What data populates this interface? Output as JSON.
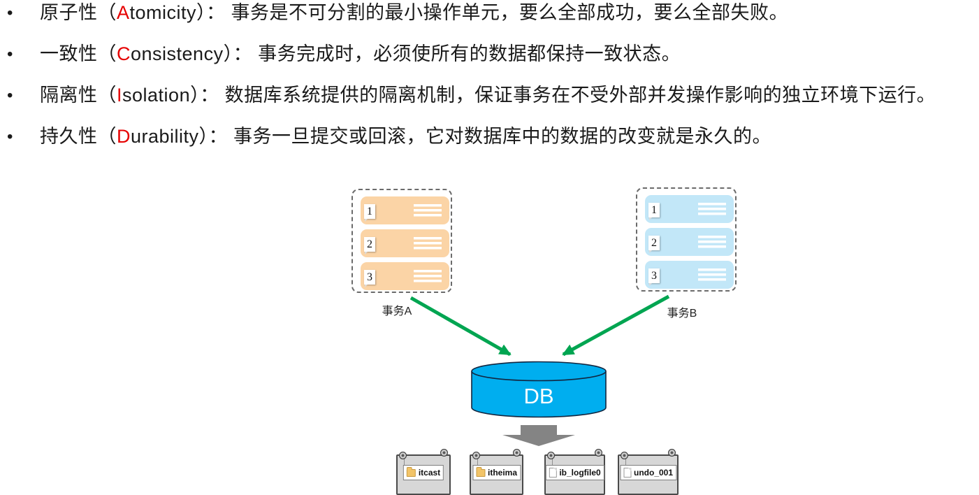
{
  "bullets": {
    "marker": "•",
    "accent_color": "#e60000",
    "items": [
      {
        "pre": "原子性（",
        "letter": "A",
        "post": "tomicity）： ",
        "desc": "事务是不可分割的最小操作单元，要么全部成功，要么全部失败。"
      },
      {
        "pre": "一致性（",
        "letter": "C",
        "post": "onsistency）： ",
        "desc": "事务完成时，必须使所有的数据都保持一致状态。"
      },
      {
        "pre": "隔离性（",
        "letter": "I",
        "post": "solation）： ",
        "desc": "数据库系统提供的隔离机制，保证事务在不受外部并发操作影响的独立环境下运行。"
      },
      {
        "pre": "持久性（",
        "letter": "D",
        "post": "urability）： ",
        "desc": "事务一旦提交或回滚，它对数据库中的数据的改变就是永久的。"
      }
    ]
  },
  "diagram": {
    "transaction_a": {
      "label": "事务A",
      "color": "#fbd4a6",
      "steps": [
        "1",
        "2",
        "3"
      ]
    },
    "transaction_b": {
      "label": "事务B",
      "color": "#c2e7f8",
      "steps": [
        "1",
        "2",
        "3"
      ]
    },
    "db": {
      "label": "DB",
      "fill": "#00aeef"
    },
    "arrow_color": "#00a551",
    "block_arrow_color": "#848484",
    "files": [
      {
        "name": "itcast",
        "icon": "folder-icon"
      },
      {
        "name": "itheima",
        "icon": "folder-icon"
      },
      {
        "name": "ib_logfile0",
        "icon": "file-icon"
      },
      {
        "name": "undo_001",
        "icon": "file-icon"
      }
    ]
  }
}
